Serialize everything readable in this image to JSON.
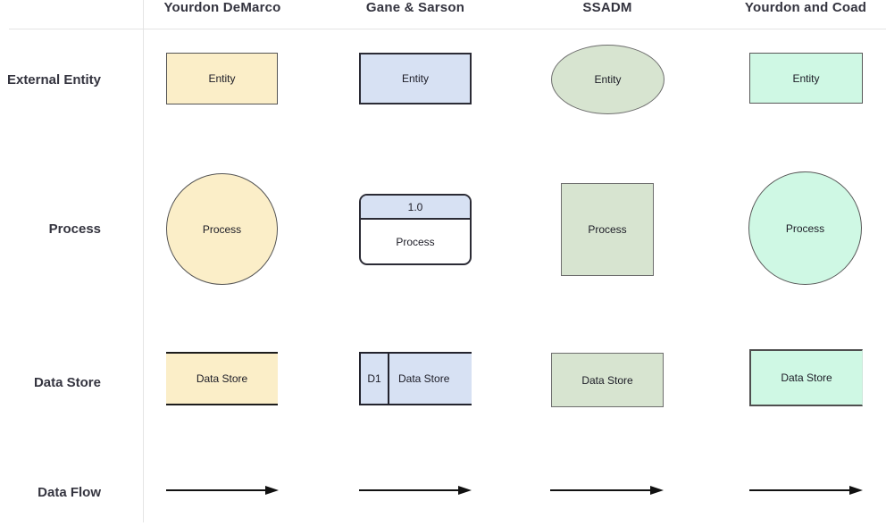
{
  "columns": [
    "Yourdon DeMarco",
    "Gane & Sarson",
    "SSADM",
    "Yourdon and Coad"
  ],
  "rows": [
    "External Entity",
    "Process",
    "Data Store",
    "Data Flow"
  ],
  "cells": {
    "yourdon_demarco": {
      "entity": "Entity",
      "process": "Process",
      "data_store": "Data Store"
    },
    "gane_sarson": {
      "entity": "Entity",
      "process_id": "1.0",
      "process": "Process",
      "store_id": "D1",
      "data_store": "Data Store"
    },
    "ssadm": {
      "entity": "Entity",
      "process": "Process",
      "data_store": "Data Store"
    },
    "yourdon_coad": {
      "entity": "Entity",
      "process": "Process",
      "data_store": "Data Store"
    }
  },
  "colors": {
    "yourdon_demarco_fill": "#FBEEC8",
    "gane_sarson_fill": "#D7E1F3",
    "ssadm_fill": "#D7E4D0",
    "yourdon_coad_fill": "#CFF8E4",
    "label_text": "#34343F",
    "dark_border": "#2B2B35",
    "gray_border": "#6e6e6e",
    "grid_line": "#E4E4E4",
    "arrow": "#111111"
  }
}
